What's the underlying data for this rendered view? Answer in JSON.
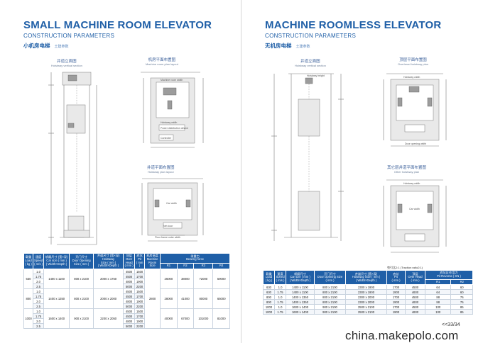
{
  "left": {
    "title": "SMALL MACHINE ROOM ELEVATOR",
    "subtitle": "CONSTRUCTION PARAMETERS",
    "cn_title": "小机房电梯",
    "cn_title_small": "土建参数",
    "views": {
      "vertical_cn": "井道立面图",
      "vertical_en": "Hoistway vertical section",
      "machine_cn": "机房平面布置图",
      "machine_en": "Machine room plan layout",
      "hoistway_cn": "井道平面布置图",
      "hoistway_en": "Hoistway plan layout"
    },
    "table": {
      "headers": [
        "载重\nLoad\n( kg )",
        "速度\nSpeed\n( m/s )",
        "轿厢尺寸 (宽×深)\nCar size ( mm )\n( Width×Depth )",
        "开门尺寸\nDoor Opening\nSize ( mm )",
        "井道尺寸 (宽×深)\nHoistway\nSize ( mm )\n( Width×Depth )",
        "顶层\nOver\nHead\n( mm )",
        "底坑\nPit\n( mm )",
        "机房高度\nMachine\nRoom Size",
        "承重力\nBearing force"
      ],
      "force_headers": [
        "R1",
        "R2",
        "R3",
        "R4"
      ],
      "groups": [
        {
          "load": "630",
          "speeds": [
            "1.0",
            "1.75",
            "2.0",
            "2.5"
          ],
          "car": "1400 x 1100",
          "door": "800 x 2100",
          "hoistway": "2000 x 1750",
          "overhead": [
            "4500",
            "4500",
            "4800",
            "5000"
          ],
          "pit": [
            "1500",
            "1700",
            "1900",
            "2200"
          ],
          "r1": "26000",
          "r2": "38000",
          "r3": "72000",
          "r4": "59000"
        },
        {
          "load": "800",
          "speeds": [
            "1.0",
            "1.75",
            "2.0",
            "2.5"
          ],
          "car": "1400 x 1350",
          "door": "800 x 2100",
          "hoistway": "2000 x 2000",
          "overhead": [
            "4500",
            "4500",
            "4800",
            "5000"
          ],
          "pit": [
            "1500",
            "1700",
            "1900",
            "2200"
          ],
          "r1": "28000",
          "r2": "41000",
          "r3": "80000",
          "r4": "65000"
        },
        {
          "load": "1000",
          "speeds": [
            "1.0",
            "1.75",
            "2.0",
            "2.5"
          ],
          "car": "1600 x 1400",
          "door": "900 x 2100",
          "hoistway": "2200 x 2050",
          "overhead": [
            "4500",
            "4500",
            "4800",
            "5000"
          ],
          "pit": [
            "1500",
            "1700",
            "1900",
            "2200"
          ],
          "r1": "40000",
          "r2": "67000",
          "r3": "101000",
          "r4": "81000"
        }
      ],
      "machine_room": "2800"
    }
  },
  "right": {
    "title": "MACHINE ROOMLESS ELEVATOR",
    "subtitle": "CONSTRUCTION PARAMETERS",
    "cn_title": "无机房电梯",
    "cn_title_small": "土建参数",
    "views": {
      "vertical_cn": "井道立面图",
      "vertical_en": "Hoistway vertical section",
      "overhead_cn": "顶层平面布置图",
      "overhead_en": "Overhead hoistway plan",
      "other_cn": "其它层井道平面布置图",
      "other_en": "Other hoistway plan"
    },
    "traction_note": "曳引比2:1 (Traction ratio2:1)",
    "table": {
      "headers": [
        "载重\nLoad\n( kg )",
        "速度\nSpeed\n( m/s )",
        "轿厢尺寸\nCar size ( mm )\n( Width×Depth )",
        "开门尺寸\nDoor Opening Size\n( mm )",
        "井道尺寸 (宽×深)\nHoistway Size ( mm )\n( Width×Depth )",
        "底坑\nPit\n( mm )",
        "顶层\nOver Head\n( mm )",
        "底坑反作用力\nPit Reverse ( KN )"
      ],
      "force_headers": [
        "R1",
        "R2"
      ],
      "rows": [
        [
          "630",
          "1.0",
          "1400 x 1100",
          "800 x 2100",
          "2300 x 1900",
          "1700",
          "4500",
          "64",
          "60"
        ],
        [
          "630",
          "1.75",
          "1400 x 1100",
          "800 x 2100",
          "2300 x 1900",
          "1900",
          "4600",
          "64",
          "60"
        ],
        [
          "800",
          "1.0",
          "1400 x 1350",
          "800 x 2100",
          "2300 x 2000",
          "1700",
          "4500",
          "88",
          "76"
        ],
        [
          "800",
          "1.75",
          "1400 x 1350",
          "800 x 2100",
          "2300 x 2000",
          "1900",
          "4600",
          "88",
          "76"
        ],
        [
          "1000",
          "1.0",
          "1600 x 1400",
          "900 x 2100",
          "2500 x 2100",
          "1700",
          "4500",
          "100",
          "85"
        ],
        [
          "1000",
          "1.75",
          "1600 x 1400",
          "900 x 2100",
          "2500 x 2100",
          "1900",
          "4600",
          "100",
          "85"
        ]
      ]
    }
  },
  "page_number": "<<33/34",
  "watermark": "china.makepolo.com",
  "accent_color": "#1f5fa7"
}
